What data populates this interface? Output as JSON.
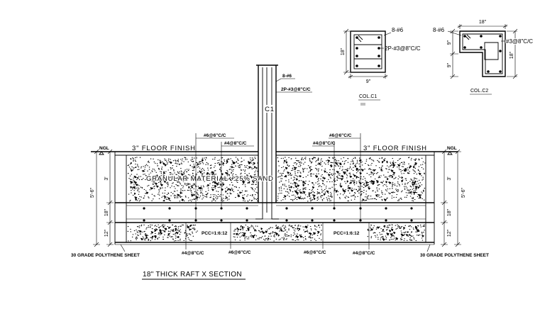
{
  "drawing": {
    "title": "18\" THICK RAFT X SECTION"
  },
  "column_c1_detail": {
    "title": "COL.C1",
    "main_bars": "8-#6",
    "ties": "2P-#3@8\"C/C",
    "depth": "18\"",
    "width": "9\""
  },
  "column_c2_detail": {
    "title": "COL.C2",
    "main_bars": "8-#6",
    "ties": "#3@8\"C/C",
    "overall_width": "18\"",
    "overall_depth": "18\"",
    "upper_leg": "9\"",
    "lower_leg": "9\""
  },
  "section": {
    "column_mark": "C1",
    "column_main_bars": "8-#6",
    "column_ties": "2P-#3@8\"C/C",
    "floor_finish_left": "3\" FLOOR FINISH",
    "floor_finish_right": "3\" FLOOR FINISH",
    "ngl_left": "NGL",
    "ngl_right": "NGL",
    "fill_material": "GRANULAR MATERIAL +25% SAND",
    "top_callouts": [
      "#6@6\"C/C",
      "#4@8\"C/C",
      "#4@8\"C/C",
      "#6@6\"C/C"
    ],
    "bottom_callouts": [
      "#4@8\"C/C",
      "#6@6\"C/C",
      "#6@6\"C/C",
      "#4@8\"C/C"
    ],
    "pcc_left": "PCC=1:6:12",
    "pcc_right": "PCC=1:6:12",
    "sheet_left": "30 GRADE POLYTHENE SHEET",
    "sheet_right": "30 GRADE POLYTHENE SHEET",
    "dims_left": {
      "total": "5'-6\"",
      "fill": "3'",
      "raft": "18\"",
      "pcc": "12\""
    },
    "dims_right": {
      "total": "5'-6\"",
      "fill": "3'",
      "raft": "18\"",
      "pcc": "12\""
    }
  },
  "colors": {
    "ink": "#000000",
    "paper": "#ffffff"
  }
}
